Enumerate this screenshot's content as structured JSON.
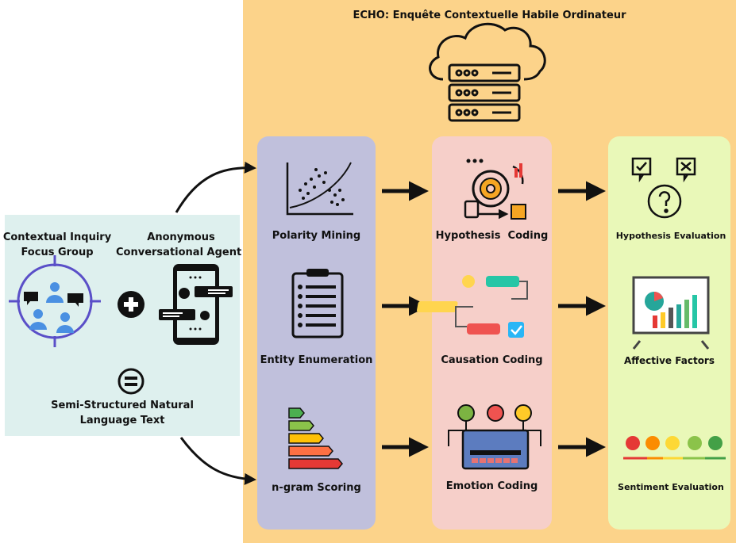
{
  "title": "ECHO: Enquête Contextuelle Habile Ordinateur",
  "left_panel": {
    "source_1": "Contextual Inquiry Focus Group",
    "source_1_line1": "Contextual Inquiry",
    "source_1_line2": "Focus Group",
    "source_2_line1": "Anonymous",
    "source_2_line2": "Conversational Agent",
    "output_line1": "Semi-Structured Natural",
    "output_line2": "Language Text"
  },
  "column_1": [
    "Polarity Mining",
    "Entity Enumeration",
    "n-gram Scoring"
  ],
  "column_2": [
    "Hypothesis  Coding",
    "Causation Coding",
    "Emotion Coding"
  ],
  "column_3": [
    "Hypothesis Evaluation",
    "Affective Factors",
    "Sentiment Evaluation"
  ],
  "colors": {
    "echo_bg": "#fcd38a",
    "left_bg": "#def0ee",
    "col1_bg": "#c0c0dc",
    "col2_bg": "#f6cfc9",
    "col3_bg": "#e9f8b8"
  }
}
